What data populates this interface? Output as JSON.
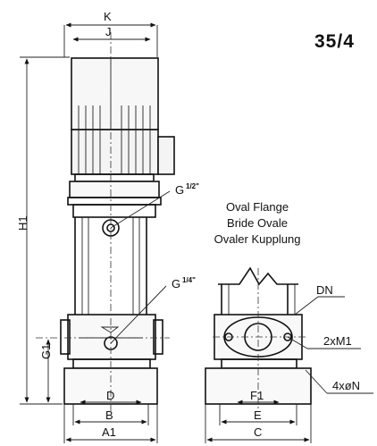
{
  "title": "35/4",
  "dimensions": {
    "K": "K",
    "J": "J",
    "H1": "H1",
    "G1": "G1",
    "D": "D",
    "B": "B",
    "A1": "A1",
    "F1": "F1",
    "E": "E",
    "C": "C"
  },
  "port_main": {
    "base": "G",
    "size": "1/2\""
  },
  "port_drain": {
    "base": "G",
    "size": "1/4\""
  },
  "flange_note": [
    "Oval Flange",
    "Bride Ovale",
    "Ovaler Kupplung"
  ],
  "callouts": {
    "dn": "DN",
    "bolts": "2xM1",
    "holes": "4xøN"
  }
}
